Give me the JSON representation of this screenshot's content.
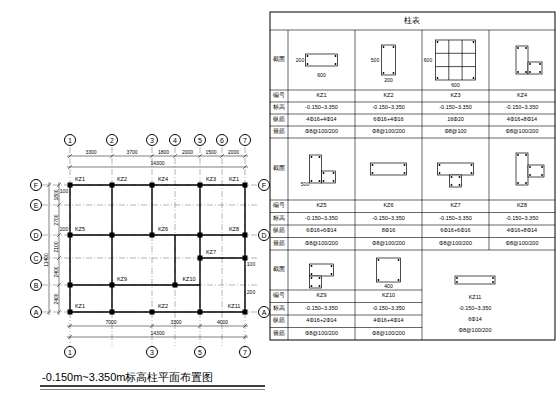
{
  "diagram": {
    "title": "-0.150m~3.350m标高柱平面布置图",
    "nodes": [
      {
        "text": [
          "1"
        ]
      },
      {
        "text": [
          "2"
        ]
      },
      {
        "text": [
          "3"
        ]
      },
      {
        "text": [
          "4"
        ]
      },
      {
        "text": [
          "5"
        ]
      },
      {
        "text": [
          "6"
        ]
      },
      {
        "text": [
          "7"
        ]
      },
      {
        "text": [
          "1"
        ]
      },
      {
        "text": [
          "3"
        ]
      },
      {
        "text": [
          "5"
        ]
      },
      {
        "text": [
          "7"
        ]
      },
      {
        "text": [
          "F"
        ]
      },
      {
        "text": [
          "E"
        ]
      },
      {
        "text": [
          "D"
        ]
      },
      {
        "text": [
          "C"
        ]
      },
      {
        "text": [
          "B"
        ]
      },
      {
        "text": [
          "A"
        ]
      },
      {
        "text": [
          "F"
        ]
      },
      {
        "text": [
          "D"
        ]
      },
      {
        "text": [
          "A"
        ]
      }
    ],
    "labels": [
      "柱表",
      "截面",
      "编号",
      "标高",
      "纵筋",
      "箍筋",
      "截面",
      "编号",
      "标高",
      "纵筋",
      "箍筋",
      "截面",
      "编号",
      "标高",
      "纵筋",
      "箍筋",
      "KZ1",
      "-0.150~3.350",
      "4Φ16+4Φ14",
      "Φ8@100/200",
      "KZ2",
      "-0.150~3.350",
      "6Φ16+4Φ16",
      "Φ8@100/200",
      "KZ3",
      "-0.150~3.350",
      "16Φ20",
      "Φ8@100",
      "KZ4",
      "-0.150~3.350",
      "4Φ16+8Φ14",
      "Φ8@100/200",
      "KZ5",
      "-0.150~3.350",
      "6Φ16+6Φ14",
      "Φ8@100/200",
      "KZ6",
      "-0.150~3.350",
      "8Φ16",
      "Φ8@100/200",
      "KZ7",
      "-0.150~3.350",
      "6Φ16+6Φ16",
      "Φ8@100/200",
      "KZ8",
      "-0.150~3.350",
      "4Φ16+8Φ14",
      "Φ8@100/200",
      "KZ9",
      "-0.150~3.350",
      "4Φ16+2Φ14",
      "Φ8@100/200",
      "KZ10",
      "-0.150~3.350",
      "4Φ16+4Φ14",
      "Φ8@100/200",
      "KZ11",
      "-0.150~3.350",
      "6Φ14",
      "Φ8@100/200",
      "600",
      "200",
      "200",
      "500",
      "600",
      "600",
      "500",
      "400",
      "3300",
      "3700",
      "1800",
      "2000",
      "1500",
      "2000",
      "14300",
      "7000",
      "3300",
      "4000",
      "14300",
      "1800",
      "2700",
      "2100",
      "2400",
      "2400",
      "11400",
      "KZ1",
      "KZ2",
      "KZ4",
      "KZ3",
      "KZ1",
      "KZ5",
      "KZ6",
      "KZ7",
      "KZ8",
      "KZ9",
      "KZ10",
      "KZ1",
      "KZ2",
      "KZ11",
      "100",
      "200",
      "100",
      "200"
    ]
  }
}
